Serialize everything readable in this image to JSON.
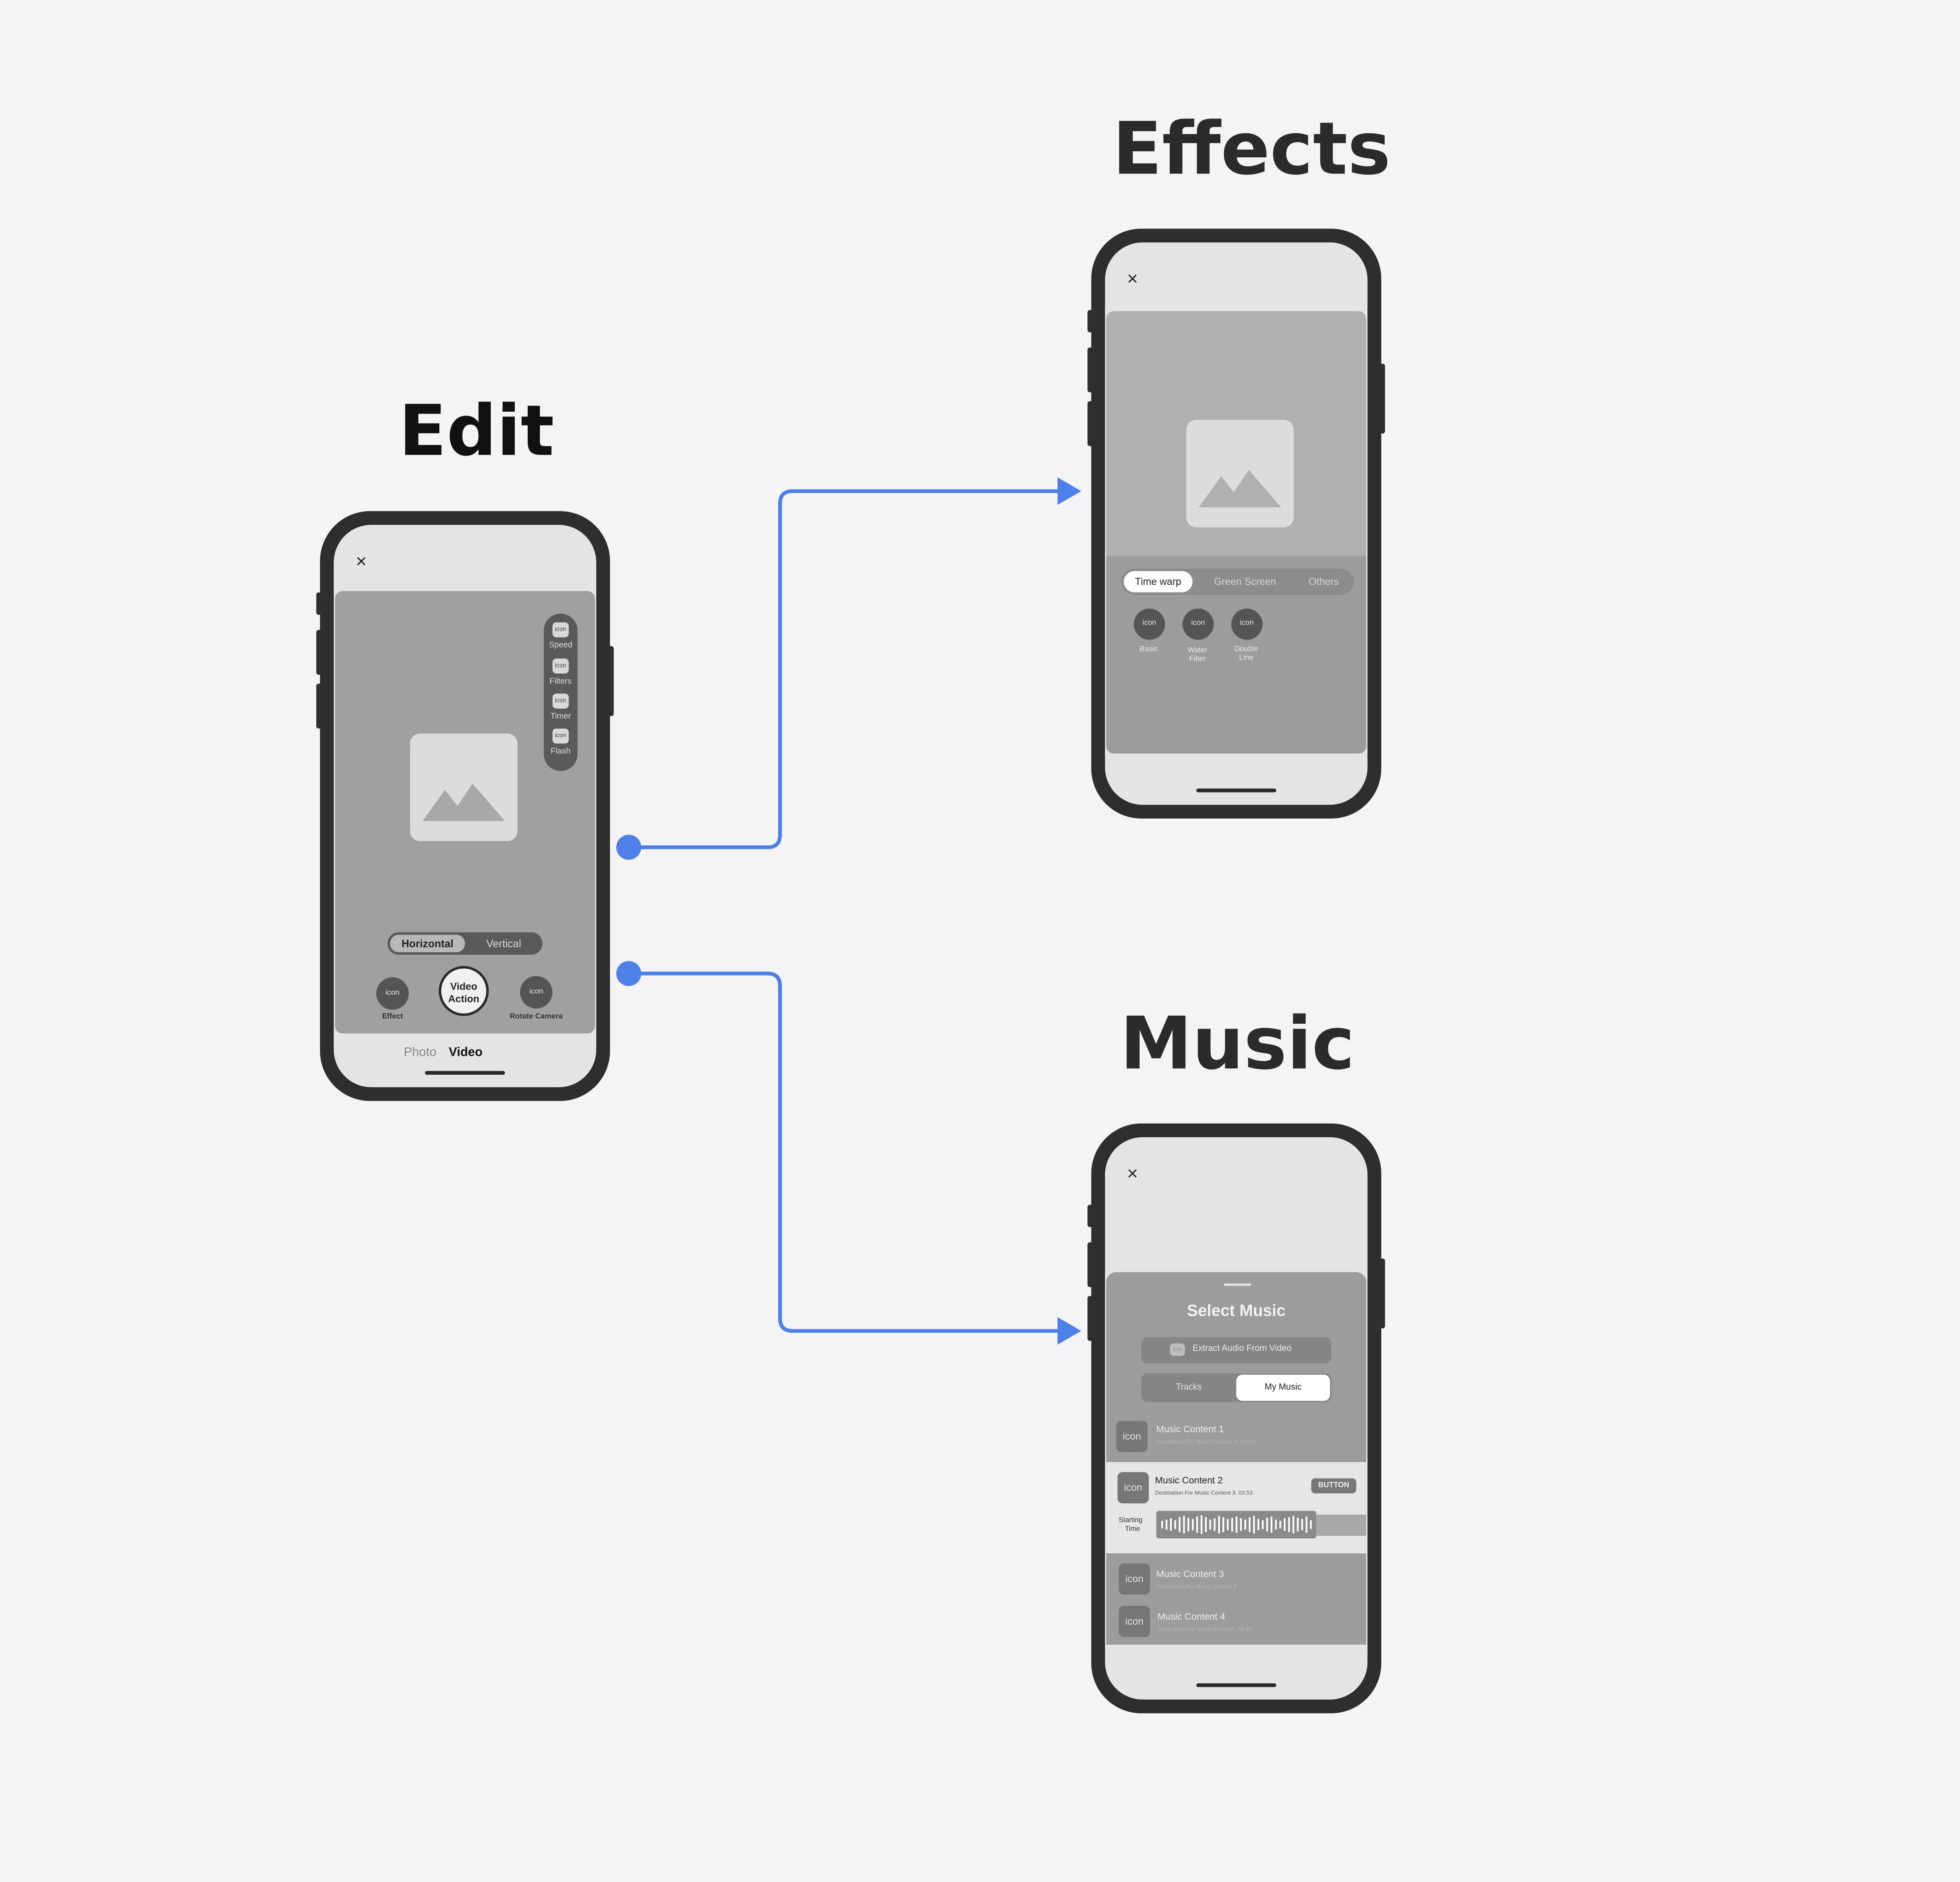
{
  "colors": {
    "background": "#f4f4f7",
    "connector": "#4f80e9",
    "phone_frame": "#2e2e2e"
  },
  "headings": {
    "edit": "Edit",
    "effects": "Effects",
    "music": "Music"
  },
  "edit_screen": {
    "close_icon": "×",
    "side_tools": [
      {
        "icon": "icon",
        "label": "Speed"
      },
      {
        "icon": "icon",
        "label": "Filters"
      },
      {
        "icon": "icon",
        "label": "Timer"
      },
      {
        "icon": "icon",
        "label": "Flash"
      }
    ],
    "orientation": {
      "selected": "Horizontal",
      "other": "Vertical"
    },
    "effect_button": {
      "icon": "icon",
      "label": "Effect"
    },
    "record_button": {
      "line1": "Video",
      "line2": "Action"
    },
    "rotate_button": {
      "icon": "icon",
      "label": "Rotate Camera"
    },
    "modes": {
      "photo": "Photo",
      "video": "Video"
    }
  },
  "effects_screen": {
    "close_icon": "×",
    "tabs": [
      "Time warp",
      "Green Screen",
      "Others"
    ],
    "items": [
      {
        "icon": "icon",
        "label_line1": "Basic",
        "label_line2": ""
      },
      {
        "icon": "icon",
        "label_line1": "Water",
        "label_line2": "Filter"
      },
      {
        "icon": "icon",
        "label_line1": "Double",
        "label_line2": "Line"
      }
    ]
  },
  "music_screen": {
    "close_icon": "×",
    "title": "Select Music",
    "extract": {
      "icon": "icon",
      "label": "Extract Audio From Video"
    },
    "tabs": {
      "tracks": "Tracks",
      "my_music": "My Music"
    },
    "rows": [
      {
        "icon": "icon",
        "title": "Music Content 1",
        "subtitle": "Destination For Music Content 3 . 03.53"
      },
      {
        "icon": "icon",
        "title": "Music Content 2",
        "subtitle": "Destination For Music Content 3. 03.53",
        "button": "BUTTON"
      },
      {
        "icon": "icon",
        "title": "Music Content 3",
        "subtitle": "Destination For Music Content 3"
      },
      {
        "icon": "icon",
        "title": "Music Content 4",
        "subtitle": "Destination For Music Content . 03.53"
      }
    ],
    "starting_time": {
      "line1": "Starting",
      "line2": "Time"
    }
  }
}
